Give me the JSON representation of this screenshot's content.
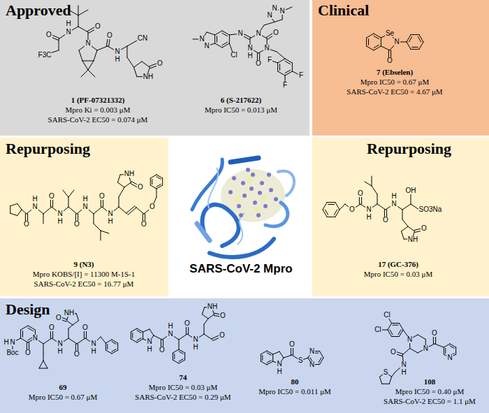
{
  "diagram": {
    "nodes": [
      {
        "text": [
          "Approved",
          "1 (PF-07321332)",
          "Mpro Ki = 0.003 μM",
          "SARS-CoV-2 EC50 = 0.074 μM",
          "6 (S-217622)",
          "Mpro IC50 = 0.013 μM"
        ]
      },
      {
        "text": [
          "Clinical",
          "7 (Ebselen)",
          "Mpro IC50 = 0.67 μM",
          "SARS-CoV-2 EC50 = 4.67 μM"
        ]
      },
      {
        "text": [
          "Repurposing",
          "9 (N3)",
          "Mpro KOBS/[I] = 11300 M-1S-1",
          "SARS-CoV-2 EC50 = 16.77 μM"
        ]
      },
      {
        "text": [
          "Repurposing",
          "17 (GC-376)",
          "Mpro IC50 = 0.03 μM"
        ]
      },
      {
        "text": [
          "Design",
          "69",
          "Mpro IC50 = 0.67 μM",
          "74",
          "Mpro IC50 = 0.03 μM",
          "SARS-CoV-2 EC50 = 0.29 μM",
          "80",
          "Mpro IC50 = 0.011 μM",
          "108",
          "Mpro IC50 = 0.40 μM",
          "SARS-CoV-2 EC50 = 1.1 μM"
        ]
      }
    ],
    "labels": [
      "SARS-CoV-2 Mpro",
      "N",
      "H",
      "O",
      "F3C",
      "O",
      "N",
      "O",
      "N",
      "H",
      "CN",
      "O",
      "NH",
      "N",
      "O",
      "N",
      "O",
      "N",
      "H",
      "N",
      "N",
      "N",
      "N",
      "Cl",
      "N",
      "N",
      "F",
      "F",
      "F",
      "Se",
      "N",
      "O",
      "O",
      "N",
      "H",
      "O",
      "N",
      "H",
      "O",
      "N",
      "H",
      "O",
      "N",
      "H",
      "O",
      "NH",
      "O",
      "O",
      "O",
      "O",
      "N",
      "H",
      "O",
      "N",
      "H",
      "O",
      "NH",
      "OH",
      "SO3Na",
      "N",
      "H",
      "Boc",
      "N",
      "O",
      "O",
      "N",
      "H",
      "O",
      "NH",
      "O",
      "O",
      "N",
      "H",
      "N",
      "H",
      "O",
      "N",
      "H",
      "O",
      "N",
      "H",
      "O",
      "NH",
      "O",
      "N",
      "H",
      "O",
      "S",
      "N",
      "N",
      "Cl",
      "Cl",
      "N",
      "N",
      "O",
      "N",
      "O",
      "N",
      "H",
      "S"
    ]
  }
}
